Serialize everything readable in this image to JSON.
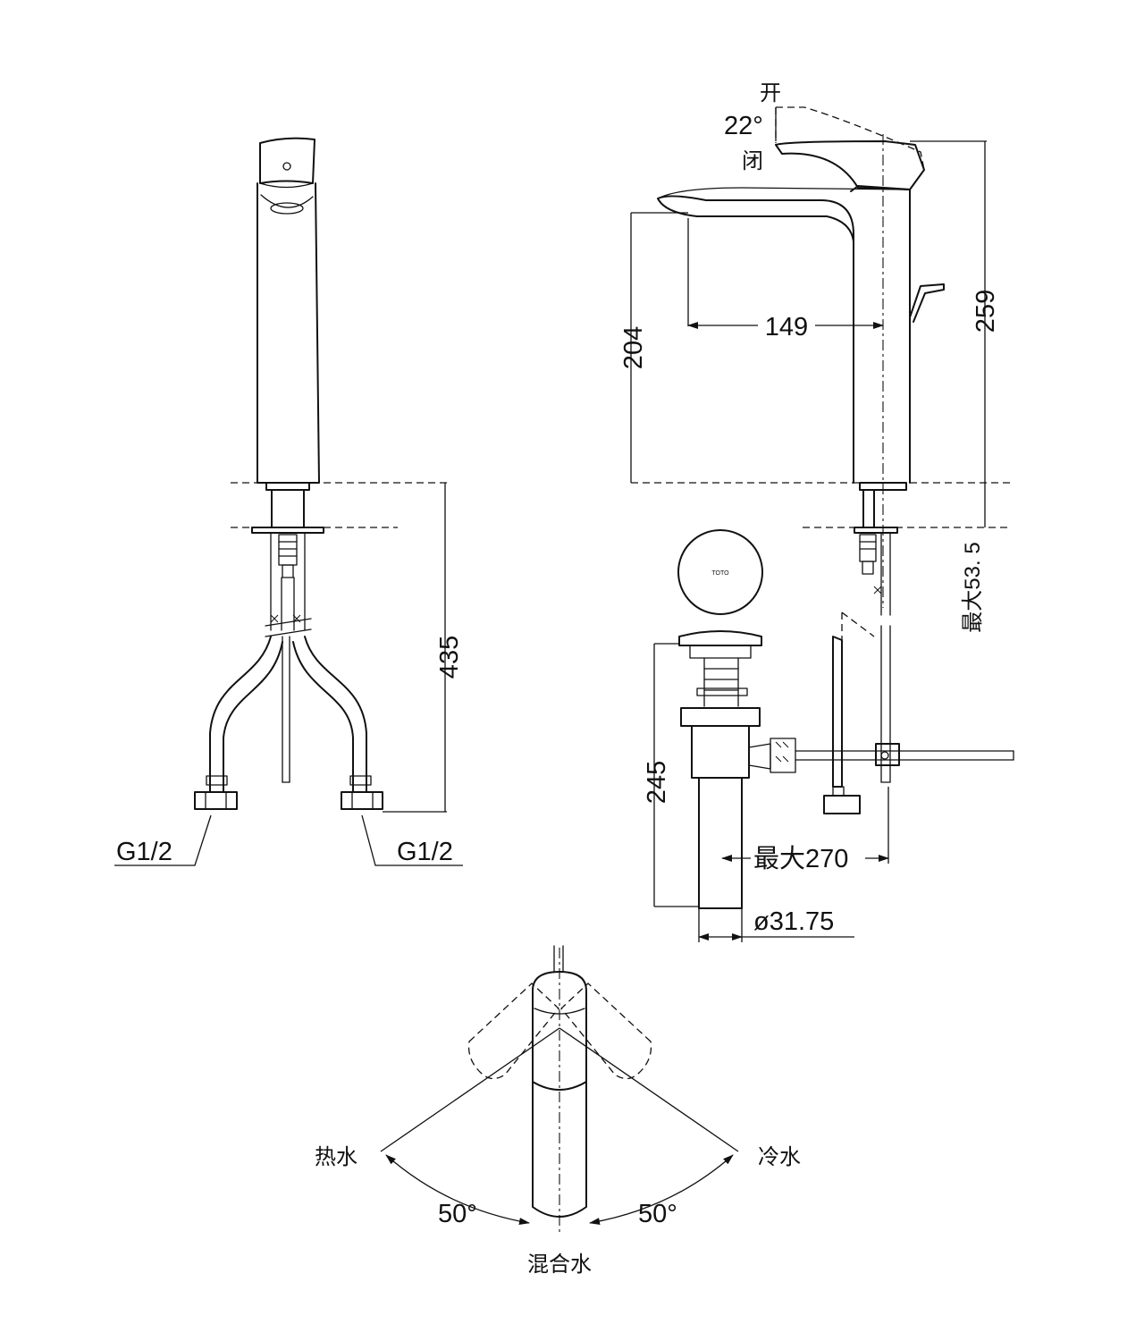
{
  "labels": {
    "open": "开",
    "closed": "闭",
    "tilt_angle": "22°",
    "spout_reach": "149",
    "spout_height": "204",
    "faucet_height": "259",
    "max_deck_thickness": "最大53. 5",
    "hose_length": "435",
    "connector_left": "G1/2",
    "connector_right": "G1/2",
    "drain_length": "245",
    "max_rod_distance": "最大270",
    "drain_diameter": "ø31.75",
    "hot_water": "热水",
    "cold_water": "冷水",
    "mixed_water": "混合水",
    "hot_angle": "50°",
    "cold_angle": "50°",
    "brand_mark": "TOTO"
  }
}
